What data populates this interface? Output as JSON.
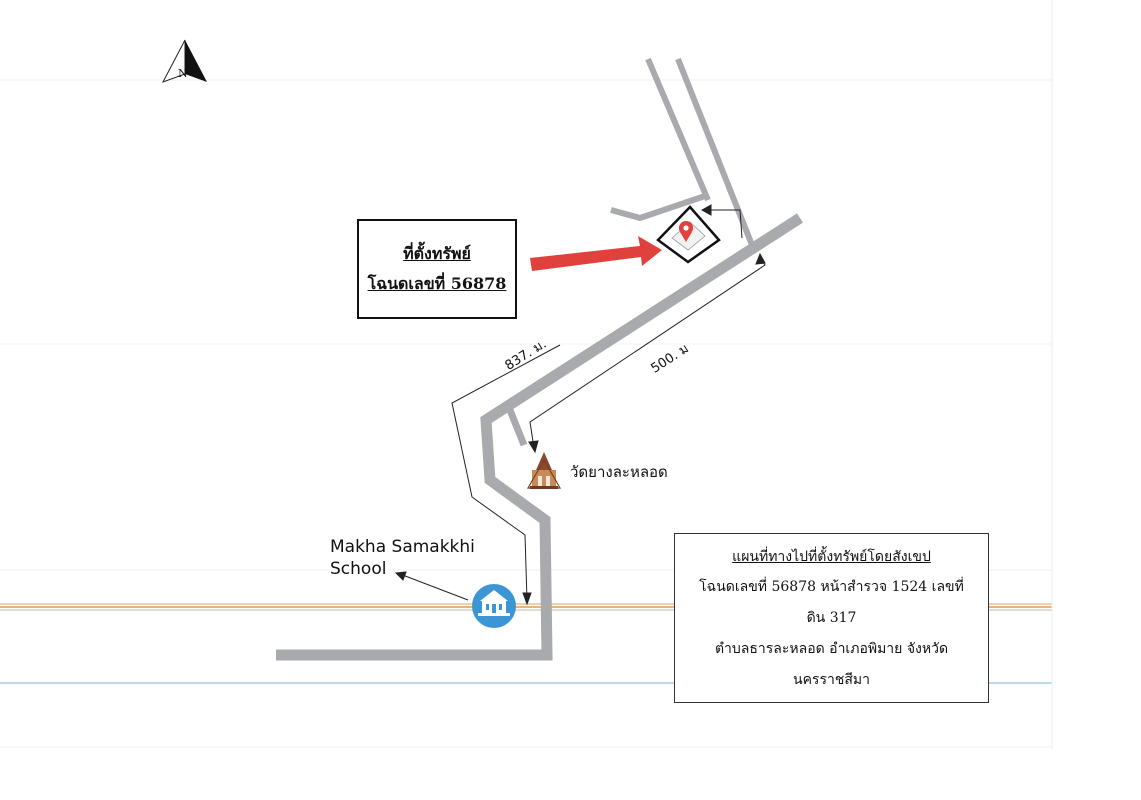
{
  "map": {
    "north_label": "N",
    "property_label": {
      "line1": "ที่ตั้งทรัพย์",
      "line2": "โฉนดเลขที่ 56878"
    },
    "distance_labels": {
      "to_property_via_road": "837. ม.",
      "to_temple": "500. ม"
    },
    "landmarks": {
      "temple": "วัดยางละหลอด",
      "school_line1": "Makha Samakkhi",
      "school_line2": "School"
    },
    "info_box": {
      "title": "แผนที่ทางไปที่ตั้งทรัพย์โดยสังเขป",
      "line1": "โฉนดเลขที่ 56878 หน้าสำรวจ 1524  เลขที่",
      "line2": "ดิน 317",
      "line3": "ตำบลธารละหลอด อำเภอพิมาย จังหวัด",
      "line4": "นครราชสีมา"
    },
    "colors": {
      "road": "#a9aaad",
      "arrow": "#e0413d",
      "school_icon": "#3c96d6",
      "scan_line_orange": "#e39b4a",
      "scan_line_blue": "#7fb2cf"
    }
  }
}
